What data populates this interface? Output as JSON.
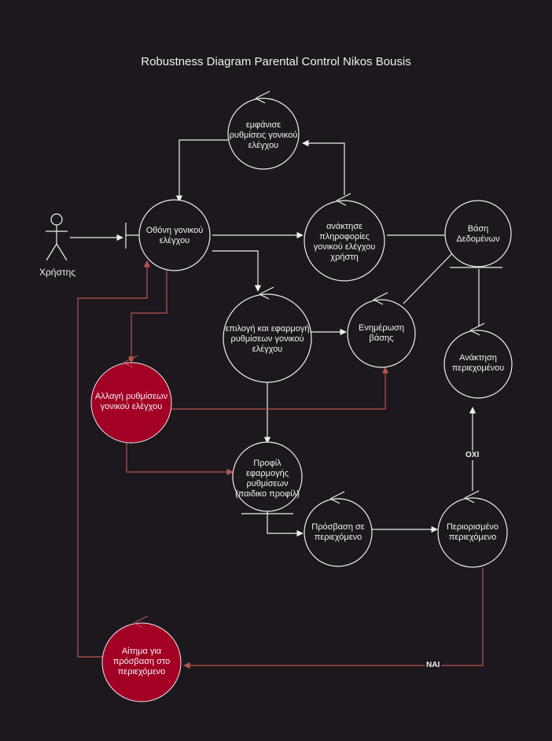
{
  "diagram": {
    "title": "Robustness Diagram Parental Control Nikos Bousis",
    "actor_label": "Χρήστης",
    "nodes": {
      "display_settings": "εμφάνισε ρυθμίσεις γονικού ελέγχου",
      "parental_screen": "Οθόνη γονικού ελέγχου",
      "retrieve_info": "ανάκτησε πληροφορίες γονικού ελέγχου χρήστη",
      "database": "Βάση Δεδομένων",
      "select_apply": "επιλογή και εφαρμογή ρυθμίσεων γονικού ελέγχου",
      "update_db": "Ενημέρωση βάσης",
      "retrieve_content": "Ανάκτηση περιεχομένου",
      "change_settings": "Αλλαγή ρυθμίσεων γονικού ελέγχου",
      "profile": "Προφίλ εφαρμογής ρυθμίσεων (παιδικο προφίλ)",
      "access_content": "Πρόσβαση σε περιεχόμενο",
      "restricted_content": "Περιορισμένο περιεχόμενο",
      "request_access": "Αίτημα για πρόσβαση στο περιεχόμενο"
    },
    "edge_labels": {
      "no": "ΟΧΙ",
      "yes": "ΝΑΙ"
    },
    "colors": {
      "background": "#1c181d",
      "stroke": "#f0f0f0",
      "highlight_fill": "#a20025",
      "highlight_edge": "#b85450"
    }
  }
}
